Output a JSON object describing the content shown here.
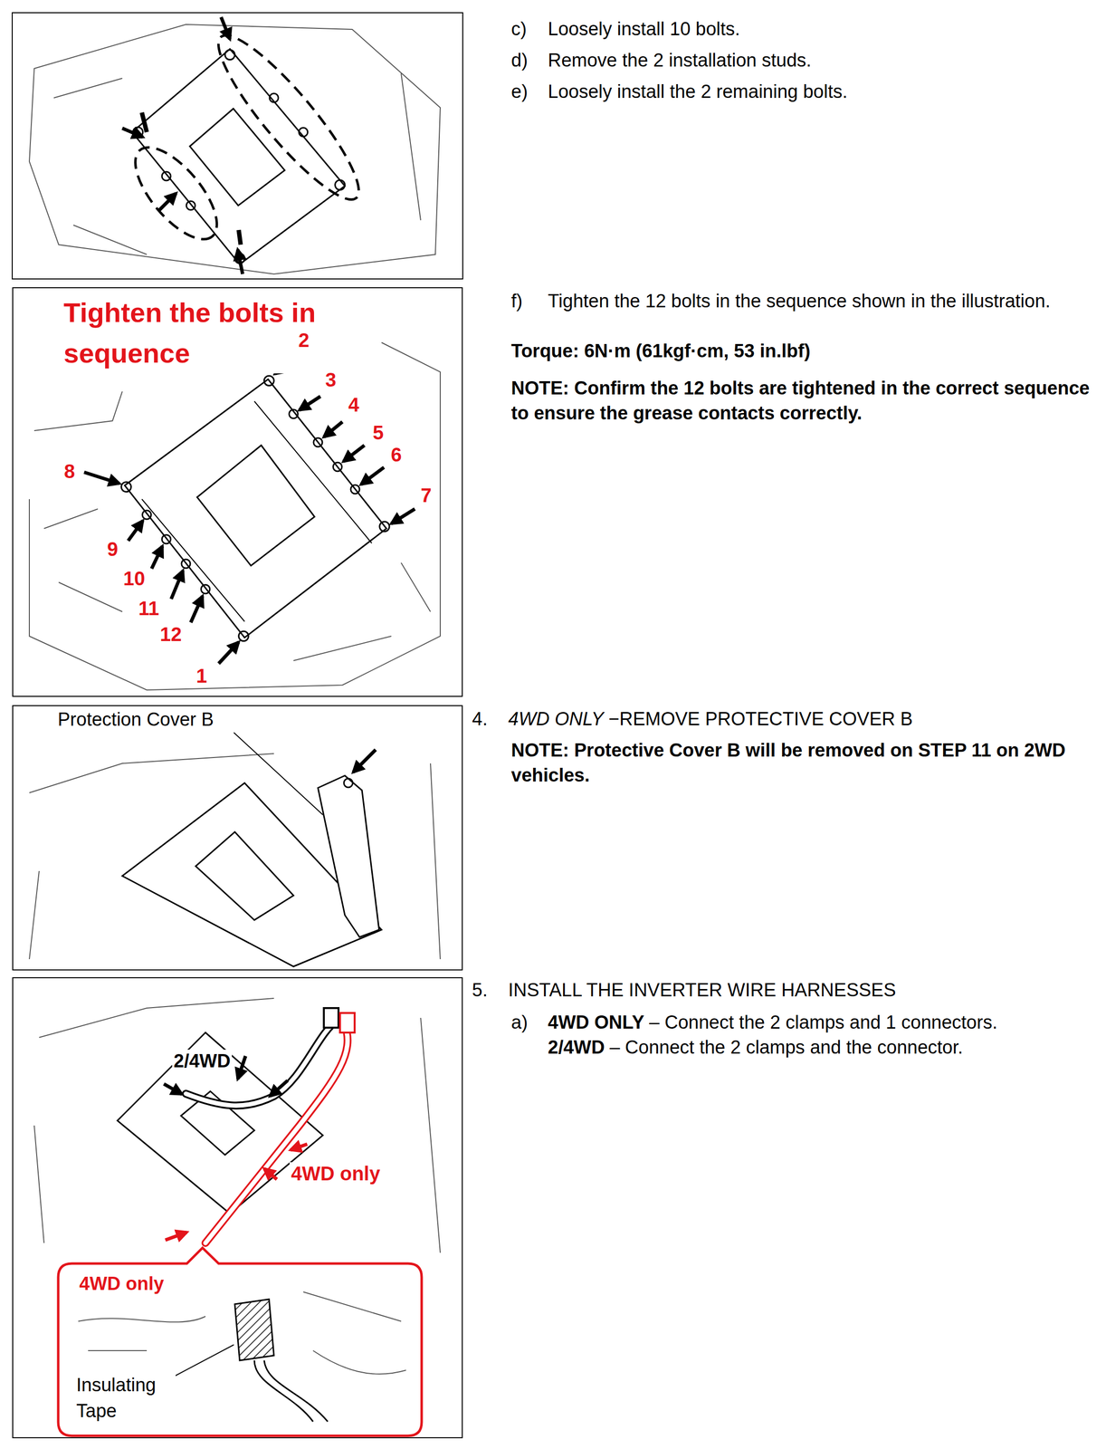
{
  "diagram": {
    "nodes": [
      {
        "text": [
          "Tighten the bolts in sequence"
        ]
      },
      {
        "text": [
          "Protection Cover B"
        ]
      },
      {
        "text": [
          "2/4WD",
          "4WD only"
        ]
      },
      {
        "text": [
          "4WD only",
          "Insulating Tape"
        ],
        "in": 2
      }
    ],
    "labels": [
      "c)",
      "Loosely install 10 bolts.",
      "d)",
      "Remove the 2 installation studs.",
      "e)",
      "Loosely install the 2 remaining bolts.",
      "f)",
      "Tighten the 12 bolts in the sequence shown in the illustration.",
      "Torque: 6N·m (61kgf·cm, 53 in.lbf)",
      "NOTE: Confirm the 12 bolts are tightened in the correct sequence to ensure the grease contacts correctly.",
      "4.",
      "4WD ONLY",
      "−REMOVE PROTECTIVE COVER B",
      "NOTE: Protective Cover B will be removed on STEP 11 on 2WD vehicles.",
      "5.",
      "INSTALL THE INVERTER WIRE HARNESSES",
      "a)",
      "4WD ONLY",
      "– Connect the 2 clamps and 1 connectors.",
      "2/4WD",
      "– Connect the 2 clamps and the connector.",
      "1",
      "2",
      "3",
      "4",
      "5",
      "6",
      "7",
      "8",
      "9",
      "10",
      "11",
      "12"
    ]
  }
}
